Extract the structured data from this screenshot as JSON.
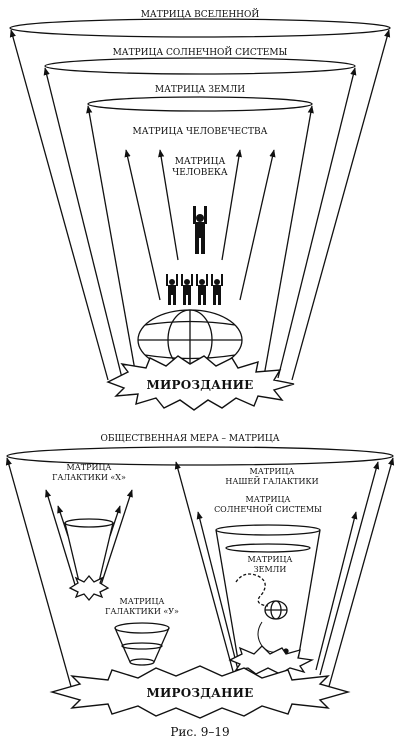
{
  "top_diagram": {
    "universe_matrix": "МАТРИЦА ВСЕЛЕННОЙ",
    "solar_system_matrix": "МАТРИЦА СОЛНЕЧНОЙ СИСТЕМЫ",
    "earth_matrix": "МАТРИЦА ЗЕМЛИ",
    "humanity_matrix": "МАТРИЦА ЧЕЛОВЕЧЕСТВА",
    "human_matrix_line1": "МАТРИЦА",
    "human_matrix_line2": "ЧЕЛОВЕКА",
    "creation": "МИРОЗДАНИЕ"
  },
  "bottom_diagram": {
    "public_measure": "ОБЩЕСТВЕННАЯ МЕРА – МАТРИЦА",
    "galaxy_x_line1": "МАТРИЦА",
    "galaxy_x_line2": "ГАЛАКТИКИ «Х»",
    "our_galaxy_line1": "МАТРИЦА",
    "our_galaxy_line2": "НАШЕЙ ГАЛАКТИКИ",
    "solar_system_line1": "МАТРИЦА",
    "solar_system_line2": "СОЛНЕЧНОЙ СИСТЕМЫ",
    "galaxy_y_line1": "МАТРИЦА",
    "galaxy_y_line2": "ГАЛАКТИКИ «У»",
    "earth_line1": "МАТРИЦА",
    "earth_line2": "ЗЕМЛИ",
    "creation": "МИРОЗДАНИЕ"
  },
  "caption": "Рис. 9–19"
}
